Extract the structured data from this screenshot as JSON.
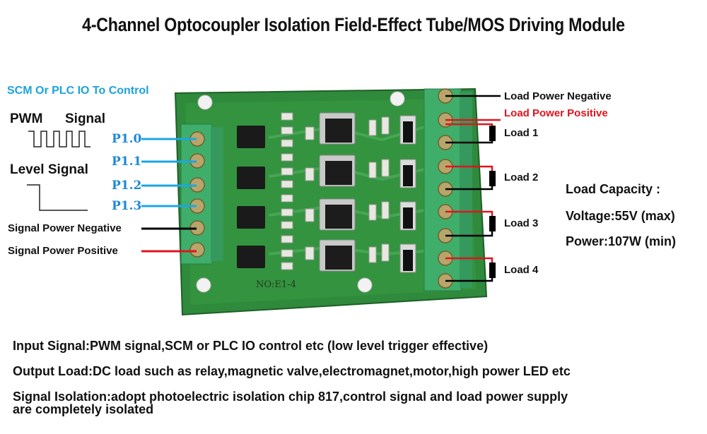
{
  "title": "4-Channel Optocoupler Isolation Field-Effect Tube/MOS Driving Module",
  "left": {
    "scm_label": "SCM Or PLC IO To Control",
    "pwm_label": "PWM",
    "signal_label": "Signal",
    "level_label": "Level Signal",
    "pins": [
      "P1.0",
      "P1.1",
      "P1.2",
      "P1.3"
    ],
    "signal_power_negative": "Signal Power Negative",
    "signal_power_positive": "Signal Power Positive"
  },
  "right": {
    "load_power_negative": "Load Power Negative",
    "load_power_positive": "Load Power Positive",
    "loads": [
      "Load 1",
      "Load 2",
      "Load 3",
      "Load 4"
    ]
  },
  "capacity": {
    "heading": "Load Capacity :",
    "voltage": "Voltage:55V (max)",
    "power": "Power:107W (min)"
  },
  "board": {
    "label": "NO:E1-4"
  },
  "bottom": {
    "input_signal": "Input Signal:PWM signal,SCM or PLC IO control etc (low level trigger effective)",
    "output_load": "Output Load:DC load such as relay,magnetic valve,electromagnet,motor,high power LED etc",
    "isolation_line1": "Signal Isolation:adopt photoelectric isolation chip 817,control signal and load power supply",
    "isolation_line2": "are completely isolated"
  },
  "colors": {
    "pcb": "#2f8a3c",
    "terminal": "#3fae6a",
    "wire_blue": "#1aa7e4",
    "wire_red": "#e0141e",
    "wire_black": "#000000"
  }
}
